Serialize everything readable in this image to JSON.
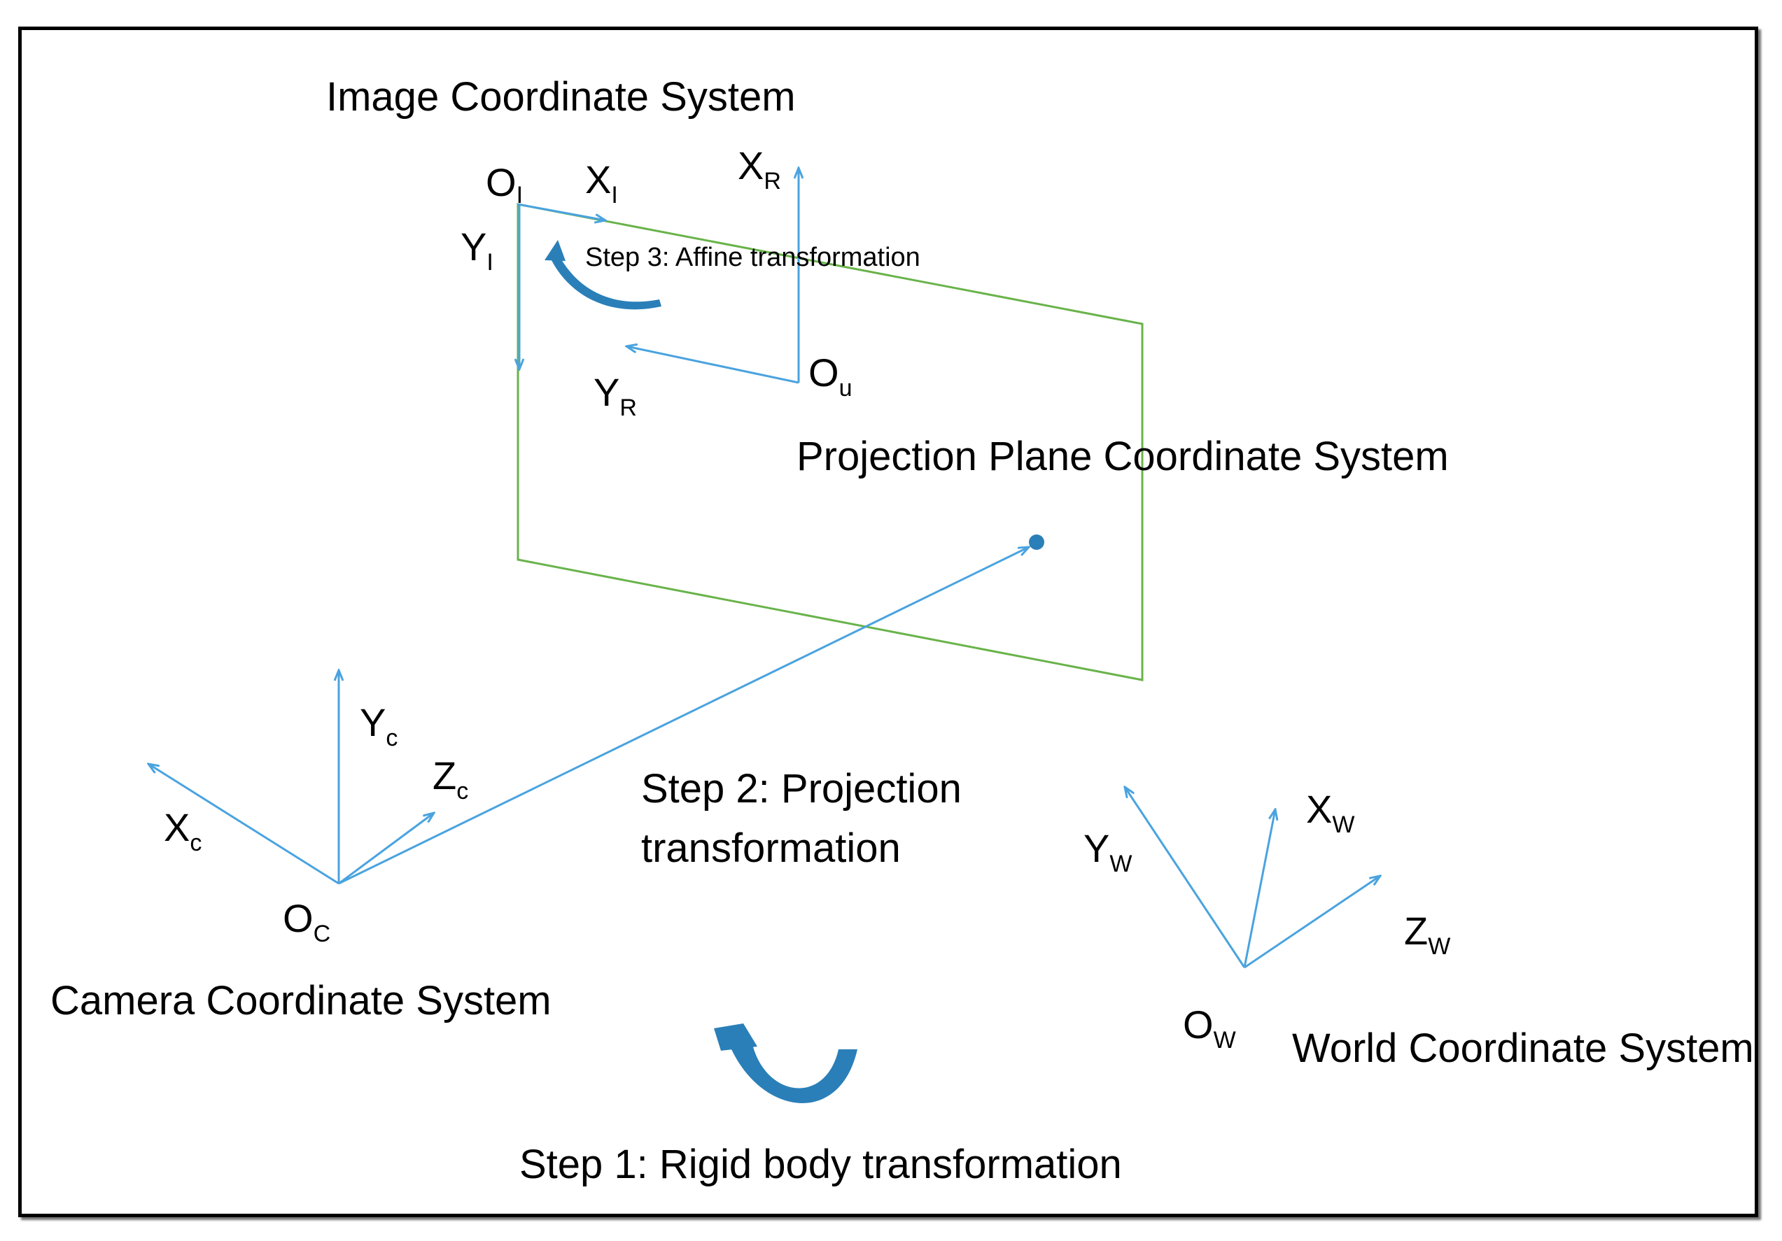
{
  "colors": {
    "axis": "#4aa3df",
    "plane": "#69b34a",
    "curved_arrow": "#2a7fb8",
    "text": "#000000",
    "border": "#000000"
  },
  "titles": {
    "image_cs": "Image Coordinate System",
    "projection_cs": "Projection Plane Coordinate System",
    "camera_cs": "Camera Coordinate System",
    "world_cs": "World Coordinate System"
  },
  "steps": {
    "step1": "Step 1: Rigid body transformation",
    "step2_line1": "Step 2: Projection",
    "step2_line2": "transformation",
    "step3": "Step 3: Affine transformation"
  },
  "labels": {
    "image_origin": {
      "main": "O",
      "sub": "I"
    },
    "image_x": {
      "main": "X",
      "sub": "I"
    },
    "image_y": {
      "main": "Y",
      "sub": "I"
    },
    "proj_x": {
      "main": "X",
      "sub": "R"
    },
    "proj_y": {
      "main": "Y",
      "sub": "R"
    },
    "proj_origin": {
      "main": "O",
      "sub": "u"
    },
    "camera_x": {
      "main": "X",
      "sub": "c"
    },
    "camera_y": {
      "main": "Y",
      "sub": "c"
    },
    "camera_z": {
      "main": "Z",
      "sub": "c"
    },
    "camera_origin": {
      "main": "O",
      "sub": "C"
    },
    "world_x": {
      "main": "X",
      "sub": "W"
    },
    "world_y": {
      "main": "Y",
      "sub": "W"
    },
    "world_z": {
      "main": "Z",
      "sub": "W"
    },
    "world_origin": {
      "main": "O",
      "sub": "W"
    }
  },
  "icons": {
    "rigid_body_arrow": "curved-arrow-icon",
    "affine_arrow": "curved-arrow-icon",
    "projected_point": "dot-icon"
  }
}
